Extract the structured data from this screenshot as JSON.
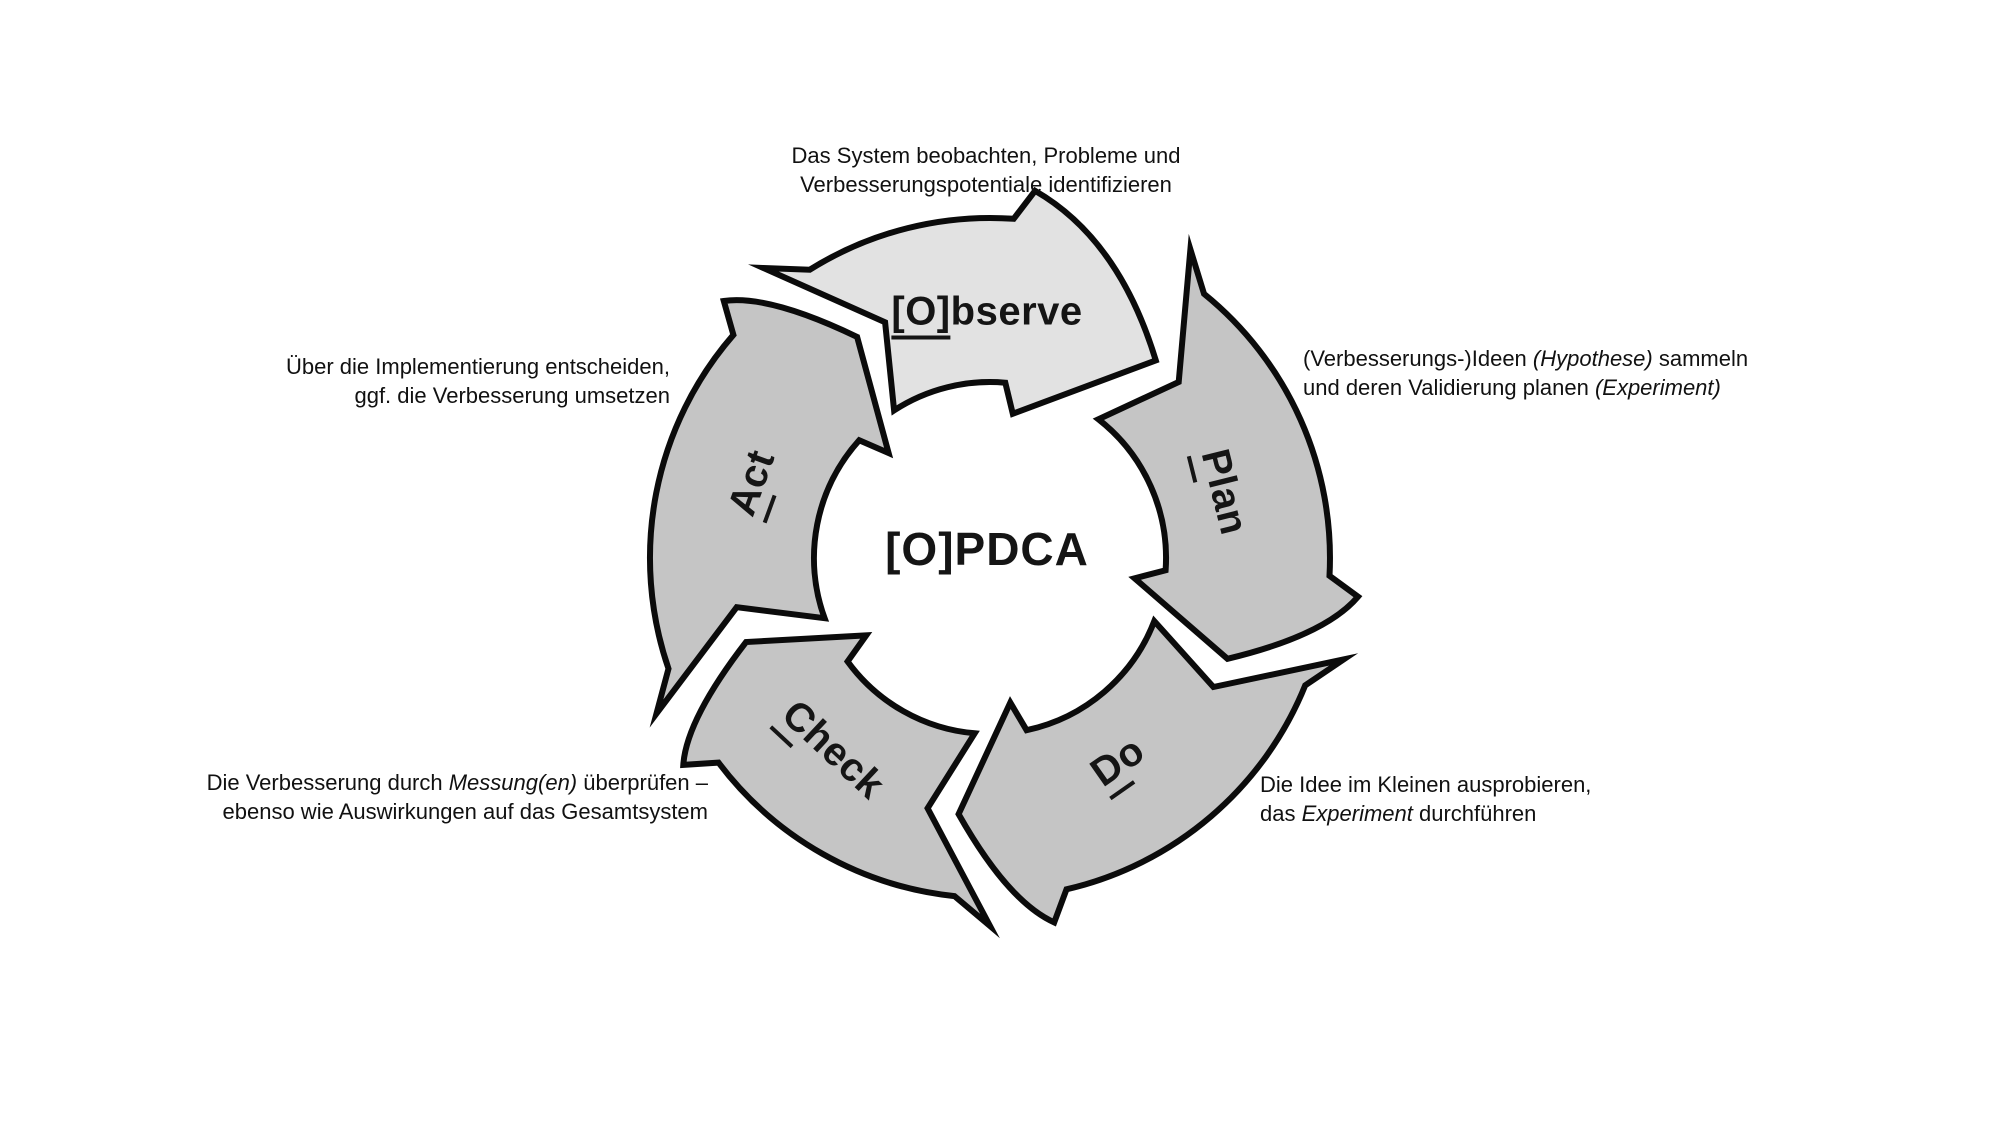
{
  "title": "[O]PDCA",
  "colors": {
    "background": "#ffffff",
    "arrow_light": "#e2e2e2",
    "arrow_dark": "#c5c5c5",
    "outline": "#0b0b0b",
    "text": "#111111"
  },
  "cycle": {
    "center_label": "[O]PDCA",
    "direction": "clockwise",
    "segments": [
      {
        "id": "observe",
        "label_underlined": "[O]",
        "label_rest": "bserve",
        "shade": "light"
      },
      {
        "id": "plan",
        "label_underlined": "P",
        "label_rest": "lan",
        "shade": "dark"
      },
      {
        "id": "do",
        "label_underlined": "D",
        "label_rest": "o",
        "shade": "dark"
      },
      {
        "id": "check",
        "label_underlined": "C",
        "label_rest": "heck",
        "shade": "dark"
      },
      {
        "id": "act",
        "label_underlined": "A",
        "label_rest": "ct",
        "shade": "dark"
      }
    ]
  },
  "annotations": [
    {
      "id": "observe",
      "lines": [
        [
          {
            "t": "Das System beobachten, Probleme und"
          }
        ],
        [
          {
            "t": "Verbesserungspotentiale identifizieren"
          }
        ]
      ]
    },
    {
      "id": "plan",
      "lines": [
        [
          {
            "t": "(Verbesserungs-)Ideen "
          },
          {
            "t": "(Hypothese)",
            "i": true
          },
          {
            "t": " sammeln"
          }
        ],
        [
          {
            "t": "und deren Validierung planen "
          },
          {
            "t": "(Experiment)",
            "i": true
          }
        ]
      ]
    },
    {
      "id": "do",
      "lines": [
        [
          {
            "t": "Die Idee im Kleinen ausprobieren,"
          }
        ],
        [
          {
            "t": "das "
          },
          {
            "t": "Experiment",
            "i": true
          },
          {
            "t": " durchführen"
          }
        ]
      ]
    },
    {
      "id": "check",
      "lines": [
        [
          {
            "t": "Die Verbesserung durch "
          },
          {
            "t": "Messung(en)",
            "i": true
          },
          {
            "t": " überprüfen –"
          }
        ],
        [
          {
            "t": "ebenso wie Auswirkungen auf das Gesamtsystem"
          }
        ]
      ]
    },
    {
      "id": "act",
      "lines": [
        [
          {
            "t": "Über die Implementierung entscheiden,"
          }
        ],
        [
          {
            "t": "ggf. die Verbesserung umsetzen"
          }
        ]
      ]
    }
  ]
}
